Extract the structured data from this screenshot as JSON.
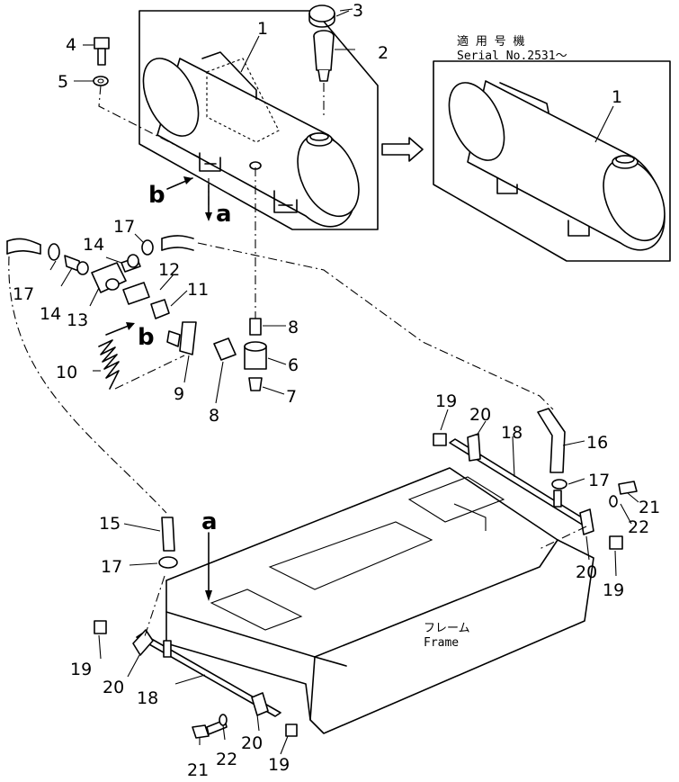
{
  "serial_note": {
    "jp": "適 用 号 機",
    "serial": "Serial No.2531～"
  },
  "frame_label": {
    "jp": "フレーム",
    "en": "Frame"
  },
  "view_labels": {
    "a": "a",
    "b": "b"
  },
  "callouts": {
    "c1": "1",
    "c1b": "1",
    "c2": "2",
    "c3": "3",
    "c4": "4",
    "c5": "5",
    "c6": "6",
    "c7": "7",
    "c8a": "8",
    "c8b": "8",
    "c9": "9",
    "c10": "10",
    "c11": "11",
    "c12": "12",
    "c13": "13",
    "c14a": "14",
    "c14b": "14",
    "c15": "15",
    "c16": "16",
    "c17a": "17",
    "c17b": "17",
    "c17c": "17",
    "c17d": "17",
    "c18a": "18",
    "c18b": "18",
    "c19a": "19",
    "c19b": "19",
    "c19c": "19",
    "c19d": "19",
    "c20a": "20",
    "c20b": "20",
    "c20c": "20",
    "c20d": "20",
    "c21a": "21",
    "c21b": "21",
    "c22a": "22",
    "c22b": "22"
  }
}
